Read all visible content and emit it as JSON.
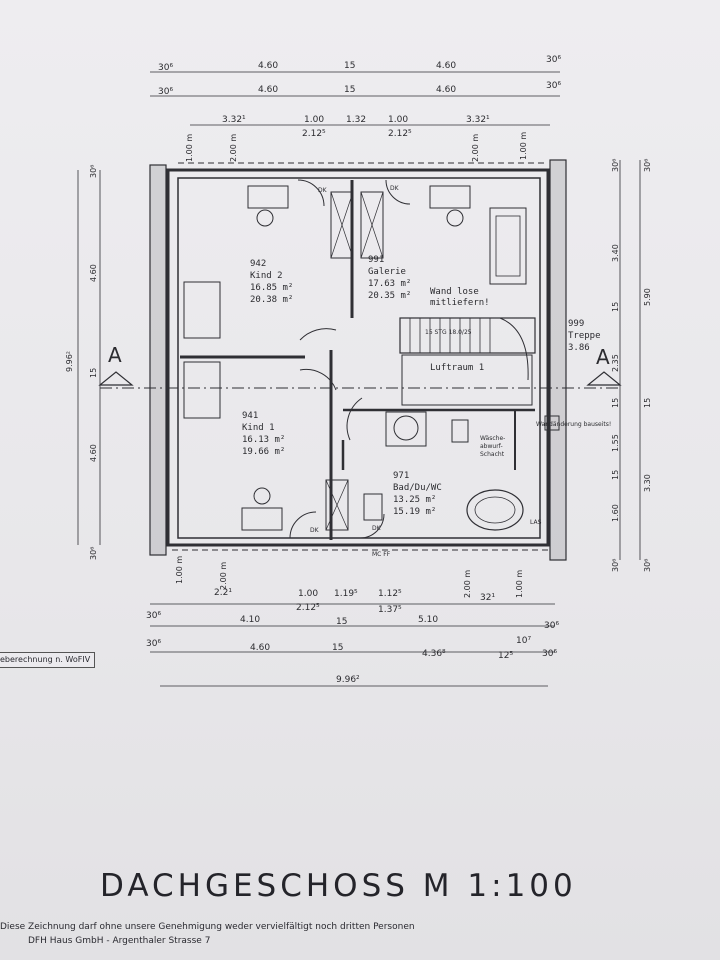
{
  "drawing": {
    "title": "DACHGESCHOSS M 1:100",
    "legal_line_1": "Diese Zeichnung darf ohne unsere Genehmigung weder vervielfältigt noch dritten Personen",
    "legal_line_2": "DFH Haus GmbH - Argenthaler Strasse 7",
    "side_note": "eberechnung n. WoFIV",
    "section_marker": "A"
  },
  "rooms": [
    {
      "number": "942",
      "name": "Kind 2",
      "area1": "16.85 m²",
      "area2": "20.38 m²"
    },
    {
      "number": "991",
      "name": "Galerie",
      "area1": "17.63 m²",
      "area2": "20.35 m²"
    },
    {
      "number": "941",
      "name": "Kind 1",
      "area1": "16.13 m²",
      "area2": "19.66 m²"
    },
    {
      "number": "971",
      "name": "Bad/Du/WC",
      "area1": "13.25 m²",
      "area2": "15.19 m²"
    },
    {
      "number": "999",
      "name": "Treppe",
      "area1": "3.86",
      "area2": ""
    }
  ],
  "annotations": {
    "wall_note_1": "Wand lose",
    "wall_note_2": "mitliefern!",
    "luftraum": "Luftraum 1",
    "stair_spec": "15 STG 18.0/25",
    "wash_1": "Wäsche-",
    "wash_2": "abwurf-",
    "wash_3": "Schacht",
    "wall_change": "Wandänderung bauseits!",
    "las": "LAS",
    "dk": "DK",
    "mc_ff": "MC FF"
  },
  "dims_top": {
    "r1": [
      "30⁶",
      "4.60",
      "15",
      "4.60",
      "30⁶"
    ],
    "r2": [
      "30⁶",
      "4.60",
      "15",
      "4.60",
      "30⁶"
    ],
    "r3": [
      "3.32¹",
      "1.00",
      "1.32",
      "1.00",
      "3.32¹"
    ],
    "r3b": [
      "2.12⁵",
      "2.12⁵"
    ],
    "vert": [
      "1.00 m",
      "2.00 m",
      "2.00 m",
      "1.00 m"
    ]
  },
  "dims_bottom": {
    "r1": [
      "2.2¹",
      "1.00",
      "1.19⁵",
      "1.12⁵",
      "32¹"
    ],
    "r1b": [
      "2.12⁵",
      "1.37⁵"
    ],
    "r2": [
      "30⁶",
      "4.10",
      "15",
      "5.10",
      "10⁷",
      "30⁶"
    ],
    "r3": [
      "30⁶",
      "4.60",
      "15",
      "4.36⁸",
      "12⁵",
      "30⁶"
    ],
    "total": "9.96²",
    "vert": [
      "1.00 m",
      "2.00 m",
      "2.00 m",
      "1.00 m"
    ]
  },
  "dims_left": [
    "30⁶",
    "4.60",
    "15",
    "4.60",
    "30⁶",
    "9.96²"
  ],
  "dims_right": [
    "30⁶",
    "3.40",
    "15",
    "2.35",
    "15",
    "1.55",
    "15",
    "1.60",
    "30⁶",
    "30⁶",
    "5.90",
    "15",
    "3.30",
    "30⁶"
  ]
}
